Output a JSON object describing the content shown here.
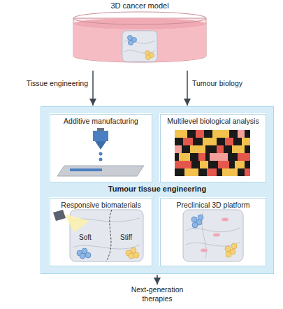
{
  "diagram": {
    "nodes": [
      {
        "text": [
          "3D cancer model"
        ]
      },
      {
        "text": [
          "Tumour tissue engineering"
        ]
      },
      {
        "text": [
          "Additive manufacturing"
        ],
        "in": 1
      },
      {
        "text": [
          "Multilevel biological analysis"
        ],
        "in": 1
      },
      {
        "text": [
          "Responsive biomaterials"
        ],
        "in": 1
      },
      {
        "text": [
          "Preclinical 3D platform"
        ],
        "in": 1
      },
      {
        "text": [
          "Next-generation therapies"
        ]
      }
    ],
    "edges": [
      {
        "from": 0,
        "to": 1,
        "label": "Tissue engineering",
        "arrow": "to"
      },
      {
        "from": 0,
        "to": 1,
        "label": "Tumour biology",
        "arrow": "to"
      },
      {
        "from": 1,
        "to": 6,
        "arrow": "to"
      }
    ],
    "labels": [
      "Soft",
      "Stiff"
    ]
  }
}
